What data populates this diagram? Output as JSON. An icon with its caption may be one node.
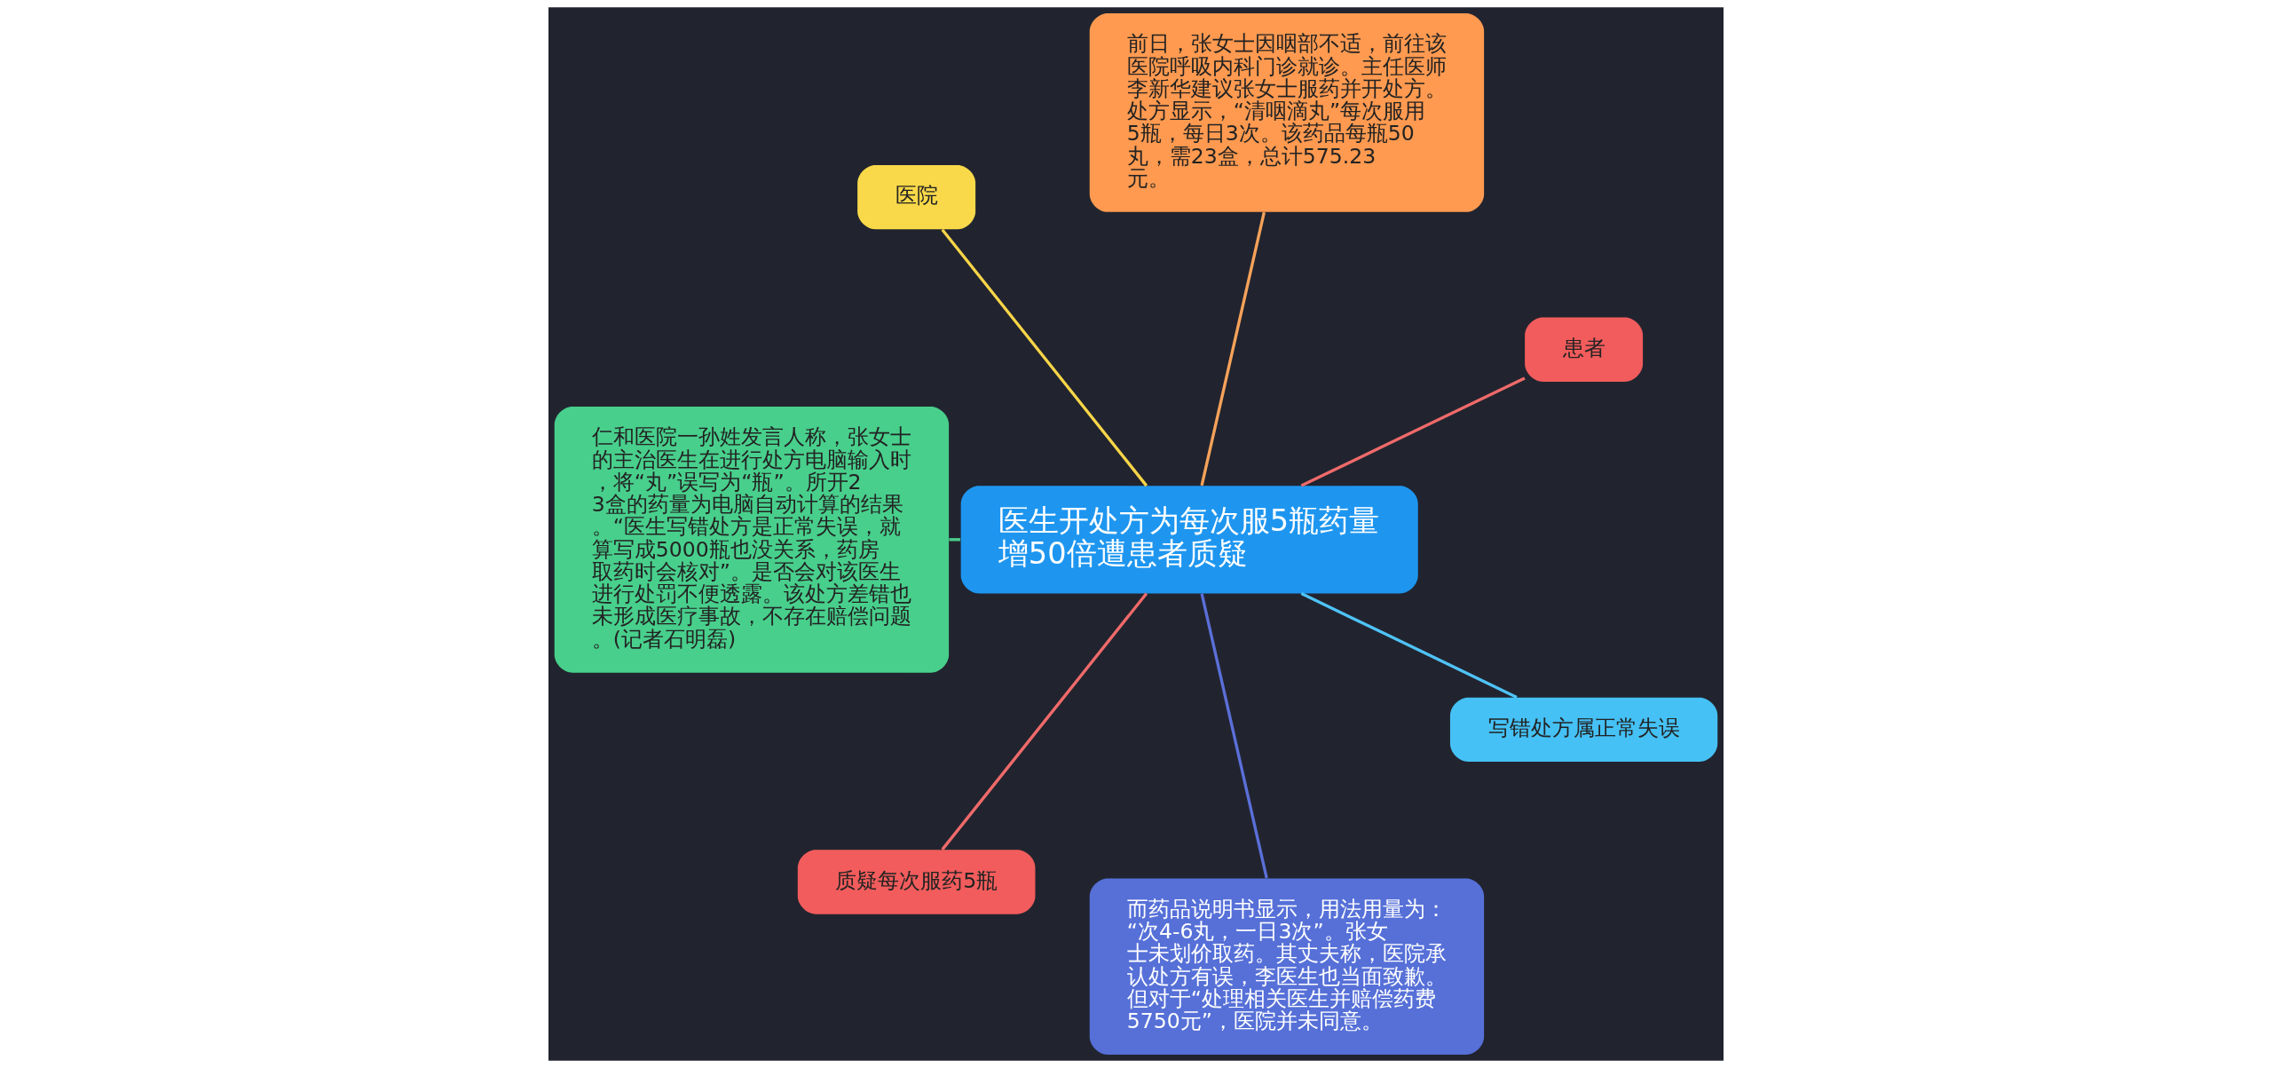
{
  "diagram": {
    "nodes": [
      {
        "text": [
          "医生开处方为每次服5瓶药量增50倍遭患者质疑"
        ]
      },
      {
        "text": [
          "患者"
        ]
      },
      {
        "text": [
          "前日，张女士因咽部不适，前往该医院呼吸内科门诊就诊。主任医师李新华建议张女士服药并开处方。处方显示，“清咽滴丸”每次服用5瓶，每日3次。该药品每瓶50丸，需23盒，总计575.23元。"
        ]
      },
      {
        "text": [
          "医院"
        ]
      },
      {
        "text": [
          "仁和医院一孙姓发言人称，张女士的主治医生在进行处方电脑输入时，将“丸”误写为“瓶”。所开23盒的药量为电脑自动计算的结果。“医生写错处方是正常失误，就算写成5000瓶也没关系，药房取药时会核对”。是否会对该医生进行处罚不便透露。该处方差错也未形成医疗事故，不存在赔偿问题。(记者石明磊)"
        ]
      },
      {
        "text": [
          "质疑每次服药5瓶"
        ]
      },
      {
        "text": [
          "而药品说明书显示，用法用量为：“次4-6丸，一日3次”。张女士未划价取药。其丈夫称，医院承认处方有误，李医生也当面致歉。但对于“处理相关医生并赔偿药费5750元”，医院并未同意。"
        ]
      },
      {
        "text": [
          "写错处方属正常失误"
        ]
      }
    ],
    "edges": [
      {
        "from": 0,
        "to": 1,
        "arrow": "none",
        "color": "#f06a6a"
      },
      {
        "from": 0,
        "to": 2,
        "arrow": "none",
        "color": "#f7a25a"
      },
      {
        "from": 0,
        "to": 3,
        "arrow": "none",
        "color": "#f7d548"
      },
      {
        "from": 0,
        "to": 4,
        "arrow": "none",
        "color": "#4ccd8a"
      },
      {
        "from": 0,
        "to": 5,
        "arrow": "none",
        "color": "#f06a6a"
      },
      {
        "from": 0,
        "to": 6,
        "arrow": "none",
        "color": "#5b6fd8"
      },
      {
        "from": 0,
        "to": 7,
        "arrow": "none",
        "color": "#4fc3f7"
      }
    ]
  }
}
